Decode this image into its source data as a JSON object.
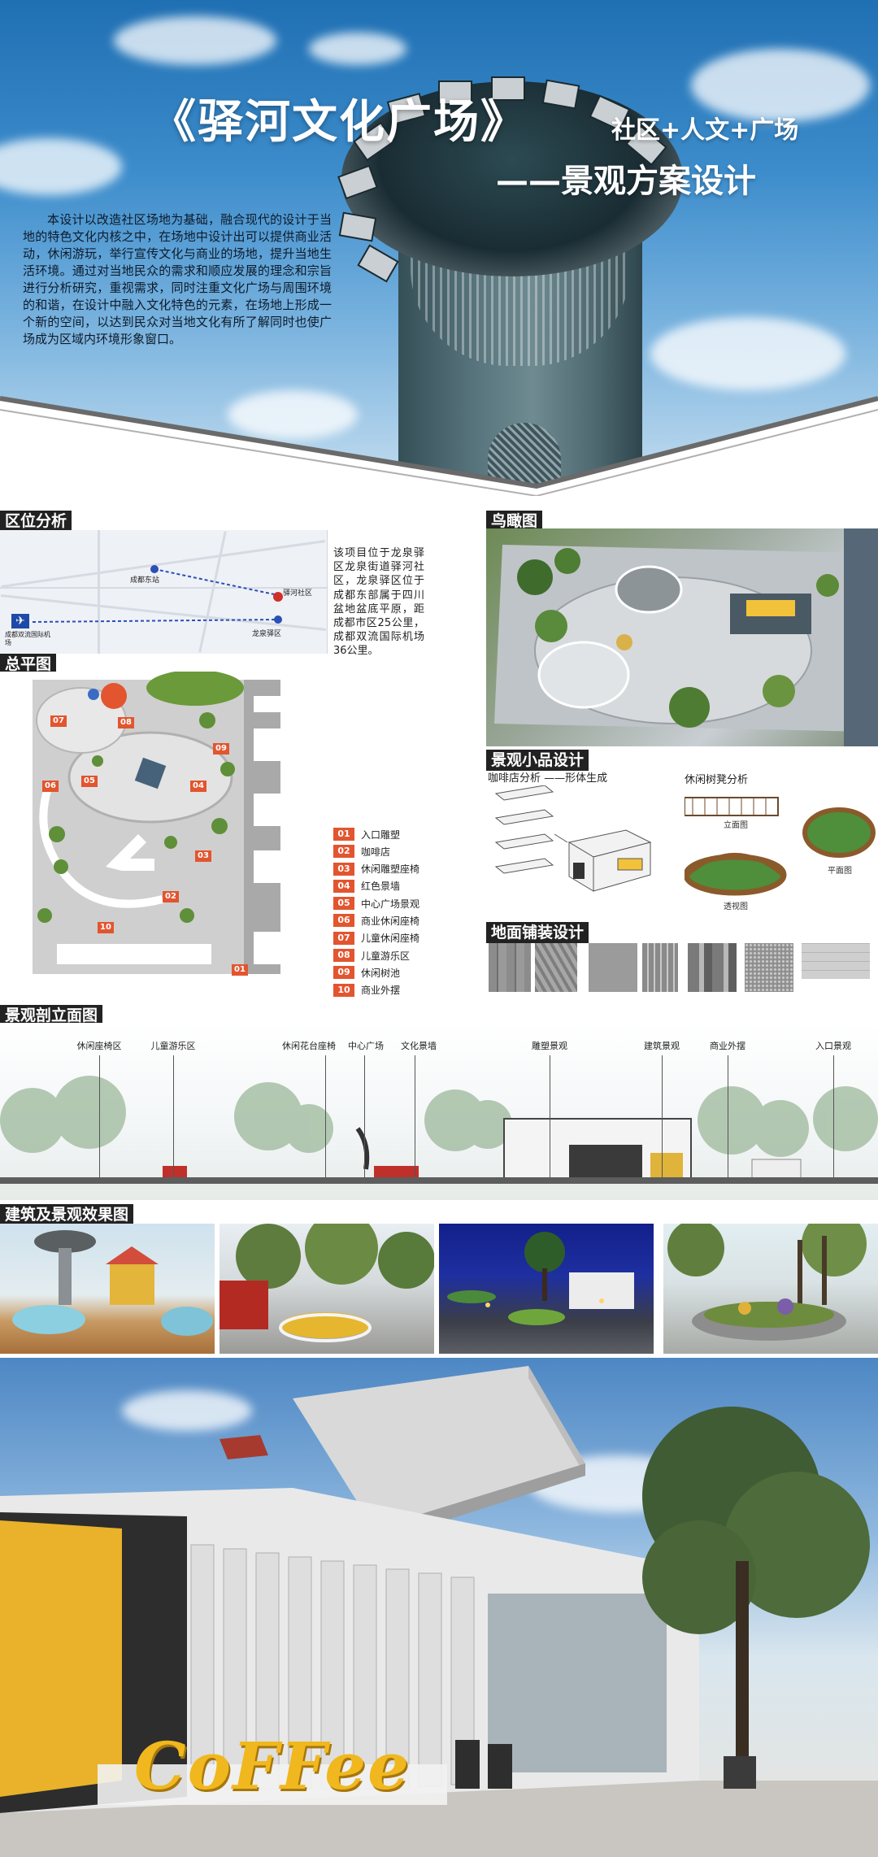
{
  "hero": {
    "title": "《驿河文化广场》",
    "subtitle_1": "社区+人文+广场",
    "subtitle_2": "——景观方案设计",
    "intro": "本设计以改造社区场地为基础，融合现代的设计于当地的特色文化内核之中，在场地中设计出可以提供商业活动，休闲游玩，举行宣传文化与商业的场地，提升当地生活环境。通过对当地民众的需求和顺应发展的理念和宗旨进行分析研究，重视需求，同时注重文化广场与周围环境的和谐，在设计中融入文化特色的元素，在场地上形成一个新的空间，以达到民众对当地文化有所了解同时也使广场成为区域内环境形象窗口。"
  },
  "sections": {
    "location": "区位分析",
    "aerial": "鸟瞰图",
    "master_plan": "总平图",
    "furniture": "景观小品设计",
    "paving": "地面铺装设计",
    "elevation": "景观剖立面图",
    "renders": "建筑及景观效果图"
  },
  "location": {
    "description": "该项目位于龙泉驿区龙泉街道驿河社区，龙泉驿区位于成都东部属于四川盆地盆底平原，距成都市区25公里，成都双流国际机场36公里。",
    "map_labels": {
      "chengdu_east": "成都东站",
      "yihe": "驿河社区",
      "longquan": "龙泉驿区",
      "airport": "成都双流国际机场"
    }
  },
  "legend": [
    {
      "num": "01",
      "label": "入口雕塑"
    },
    {
      "num": "02",
      "label": "咖啡店"
    },
    {
      "num": "03",
      "label": "休闲雕塑座椅"
    },
    {
      "num": "04",
      "label": "红色景墙"
    },
    {
      "num": "05",
      "label": "中心广场景观"
    },
    {
      "num": "06",
      "label": "商业休闲座椅"
    },
    {
      "num": "07",
      "label": "儿童休闲座椅"
    },
    {
      "num": "08",
      "label": "儿童游乐区"
    },
    {
      "num": "09",
      "label": "休闲树池"
    },
    {
      "num": "10",
      "label": "商业外摆"
    }
  ],
  "furniture": {
    "cafe_title": "咖啡店分析 ——形体生成",
    "bench_title": "休闲树凳分析",
    "elevation_cap": "立面图",
    "plan_cap": "平面图",
    "perspective_cap": "透视图"
  },
  "elevation_labels": [
    "休闲座椅区",
    "儿童游乐区",
    "休闲花台座椅",
    "中心广场",
    "文化景墙",
    "雕塑景观",
    "建筑景观",
    "商业外摆",
    "入口景观"
  ],
  "coffee_sign": "CoFFee"
}
